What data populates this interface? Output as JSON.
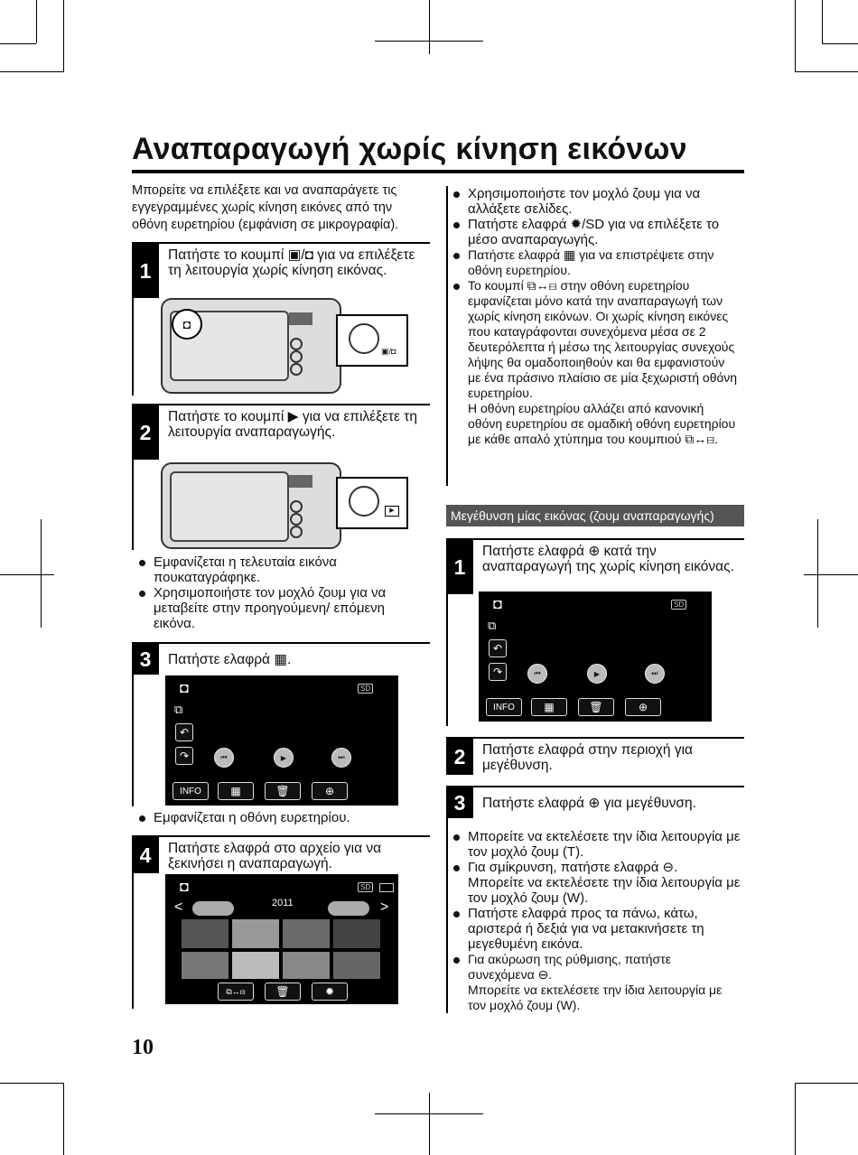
{
  "title": "Αναπαραγωγή χωρίς κίνηση εικόνων",
  "intro": "Μπορείτε να επιλέξετε και να αναπαράγετε τις εγγεγραμμένες χωρίς κίνηση εικόνες από την οθόνη ευρετηρίου (εμφάνιση σε μικρογραφία).",
  "left_steps": [
    {
      "num": "1",
      "text": "Πατήστε το κουμπί ▣/◘ για να επιλέξετε τη λειτουργία χωρίς κίνηση εικόνας."
    },
    {
      "num": "2",
      "text": "Πατήστε το κουμπί ▶ για να επιλέξετε τη λειτουργία αναπαραγωγής."
    },
    {
      "num": "3",
      "text": "Πατήστε ελαφρά ▦."
    },
    {
      "num": "4",
      "text": "Πατήστε ελαφρά στο αρχείο για να ξεκινήσει η αναπαραγωγή."
    }
  ],
  "step2_bullets": [
    "Εμφανίζεται η τελευταία εικόνα πουκαταγράφηκε.",
    "Χρησιμοποιήστε τον μοχλό ζουμ για να μεταβείτε στην προηγούμενη/ επόμενη εικόνα."
  ],
  "step3_bullets": [
    "Εμφανίζεται η οθόνη ευρετηρίου."
  ],
  "right_bullets": [
    "Χρησιμοποιήστε τον μοχλό ζουμ για να αλλάξετε σελίδες.",
    "Πατήστε ελαφρά ✹/SD για να επιλέξετε το μέσο αναπαραγωγής.",
    "Πατήστε ελαφρά ▦ για να επιστρέψετε στην οθόνη ευρετηρίου.",
    "Το κουμπί ⧉↔⊟ στην οθόνη ευρετηρίου εμφανίζεται μόνο κατά την αναπαραγωγή των χωρίς κίνηση εικόνων. Οι χωρίς κίνηση εικόνες που καταγράφονται συνεχόμενα μέσα σε 2 δευτερόλεπτα ή μέσω της λειτουργίας συνεχούς λήψης θα ομαδοποιηθούν και θα εμφανιστούν με ένα πράσινο πλαίσιο σε μία ξεχωριστή οθόνη ευρετηρίου."
  ],
  "right_bullet_extra": "Η οθόνη ευρετηρίου αλλάζει από κανονική οθόνη ευρετηρίου σε ομαδική οθόνη ευρετηρίου με κάθε απαλό χτύπημα του κουμπιού ⧉↔⊟.",
  "section_head": "Μεγέθυνση μίας εικόνας (ζουμ αναπαραγωγής)",
  "right_steps": [
    {
      "num": "1",
      "text": "Πατήστε ελαφρά ⊕ κατά την αναπαραγωγή της χωρίς κίνηση εικόνας."
    },
    {
      "num": "2",
      "text": "Πατήστε ελαφρά στην περιοχή για μεγέθυνση."
    },
    {
      "num": "3",
      "text": "Πατήστε ελαφρά ⊕ για μεγέθυνση."
    }
  ],
  "zoom_bullets": [
    "Μπορείτε να εκτελέσετε την ίδια λειτουργία με τον μοχλό ζουμ (T).",
    "Για σμίκρυνση, πατήστε ελαφρά ⊖.",
    "Πατήστε ελαφρά προς τα πάνω, κάτω, αριστερά ή δεξιά για να μετακινήσετε τη μεγεθυμένη εικόνα.",
    "Για ακύρωση της ρύθμισης, πατήστε συνεχόμενα ⊖."
  ],
  "zoom_sub1": "Μπορείτε να εκτελέσετε την ίδια λειτουργία με τον μοχλό ζουμ (W).",
  "zoom_sub2": "Μπορείτε να εκτελέσετε την ίδια λειτουργία με τον μοχλό ζουμ (W).",
  "screen": {
    "info": "INFO",
    "sd": "SD",
    "year": "2011"
  },
  "page_number": "10"
}
